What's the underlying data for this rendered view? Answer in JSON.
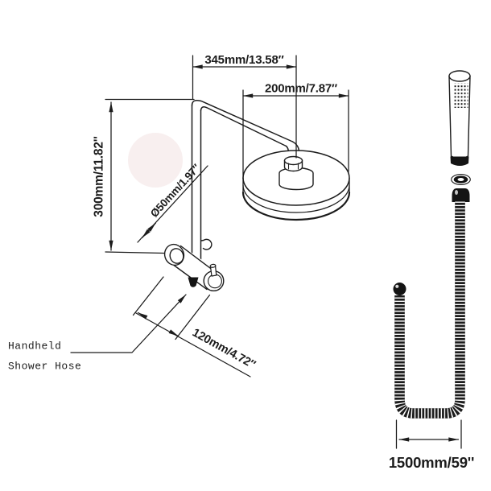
{
  "dimensions": {
    "arm_reach": "345mm/13.58″",
    "head_diameter": "200mm/7.87″",
    "drop_height": "300mm/11.82''",
    "flange_diameter": "Ø50mm/1.97″",
    "bracket_length": "120mm/4.72″",
    "hose_length": "1500mm/59''"
  },
  "labels": {
    "handheld_line1": "Handheld",
    "handheld_line2": "Shower Hose"
  },
  "colors": {
    "line": "#1c1c1c",
    "fill_dark": "#141414",
    "background": "#ffffff",
    "watermark": "#f3e1e1"
  }
}
